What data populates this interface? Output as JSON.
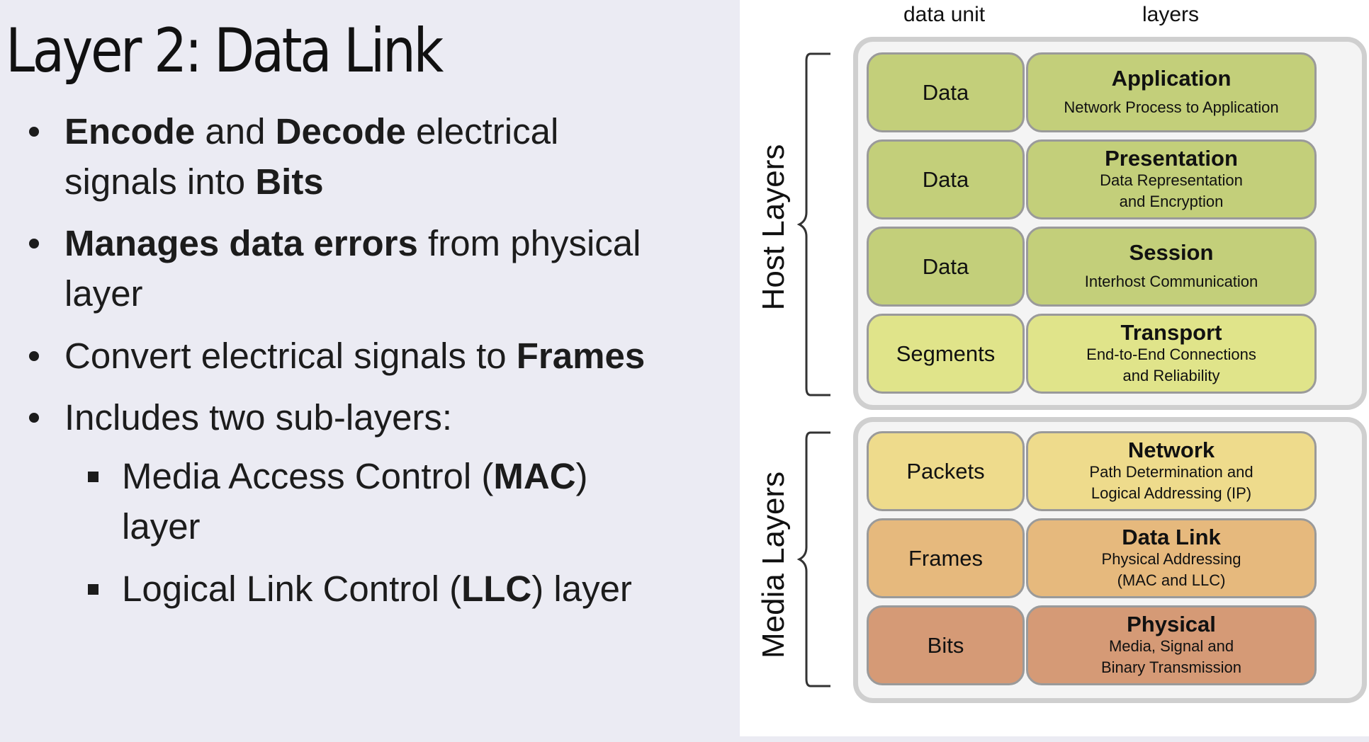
{
  "slide": {
    "title": "Layer 2: Data Link",
    "bullets": [
      {
        "level": 1,
        "parts": [
          {
            "text": "Encode",
            "bold": true
          },
          {
            "text": " and ",
            "bold": false
          },
          {
            "text": "Decode",
            "bold": true
          },
          {
            "text": " electrical",
            "bold": false
          }
        ],
        "parts2": [
          {
            "text": "signals into ",
            "bold": false
          },
          {
            "text": "Bits",
            "bold": true
          }
        ]
      },
      {
        "level": 1,
        "parts": [
          {
            "text": "Manages data errors",
            "bold": true
          },
          {
            "text": " from physical",
            "bold": false
          }
        ],
        "parts2": [
          {
            "text": "layer",
            "bold": false
          }
        ]
      },
      {
        "level": 1,
        "parts": [
          {
            "text": "Convert electrical signals to ",
            "bold": false
          },
          {
            "text": "Frames",
            "bold": true
          }
        ]
      },
      {
        "level": 1,
        "parts": [
          {
            "text": "Includes two sub-layers:",
            "bold": false
          }
        ]
      },
      {
        "level": 2,
        "parts": [
          {
            "text": "Media Access Control (",
            "bold": false
          },
          {
            "text": "MAC",
            "bold": true
          },
          {
            "text": ")",
            "bold": false
          }
        ],
        "parts2": [
          {
            "text": "layer",
            "bold": false
          }
        ]
      },
      {
        "level": 2,
        "parts": [
          {
            "text": "Logical Link Control (",
            "bold": false
          },
          {
            "text": "LLC",
            "bold": true
          },
          {
            "text": ") layer",
            "bold": false
          }
        ]
      }
    ]
  },
  "diagram": {
    "header_unit": "data unit",
    "header_layers": "layers",
    "host_label": "Host Layers",
    "media_label": "Media Layers",
    "rows": [
      {
        "unit": "Data",
        "name": "Application",
        "desc": [
          "Network Process to Application"
        ],
        "color": "#c3cf7a",
        "group": "host"
      },
      {
        "unit": "Data",
        "name": "Presentation",
        "desc": [
          "Data Representation",
          "and Encryption"
        ],
        "color": "#c3cf7a",
        "group": "host"
      },
      {
        "unit": "Data",
        "name": "Session",
        "desc": [
          "Interhost Communication"
        ],
        "color": "#c3cf7a",
        "group": "host"
      },
      {
        "unit": "Segments",
        "name": "Transport",
        "desc": [
          "End-to-End Connections",
          "and Reliability"
        ],
        "color": "#e0e48a",
        "group": "host"
      },
      {
        "unit": "Packets",
        "name": "Network",
        "desc": [
          "Path Determination and",
          "Logical Addressing (IP)"
        ],
        "color": "#eedb8c",
        "group": "media"
      },
      {
        "unit": "Frames",
        "name": "Data Link",
        "desc": [
          "Physical Addressing",
          "(MAC and LLC)"
        ],
        "color": "#e6b97d",
        "group": "media"
      },
      {
        "unit": "Bits",
        "name": "Physical",
        "desc": [
          "Media, Signal and",
          "Binary Transmission"
        ],
        "color": "#d59a76",
        "group": "media"
      }
    ]
  }
}
